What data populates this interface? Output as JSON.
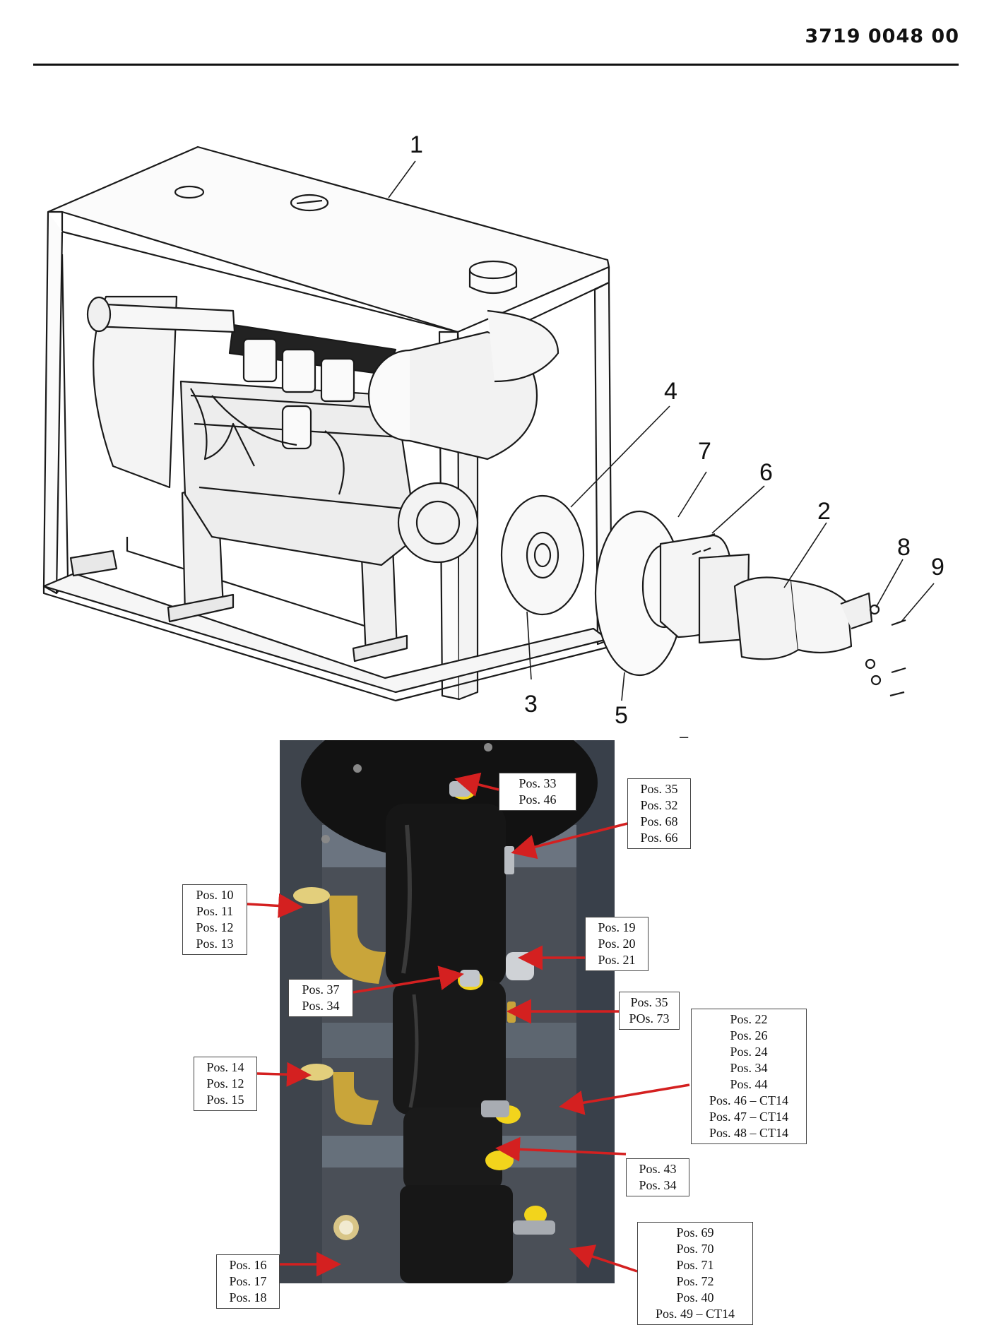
{
  "header": {
    "doc_number": "3719 0048 00"
  },
  "diagram": {
    "callouts": [
      "1",
      "2",
      "3",
      "4",
      "5",
      "6",
      "7",
      "8",
      "9"
    ]
  },
  "photo": {
    "dash_mark": "–"
  },
  "labels": {
    "l33": [
      "Pos. 33",
      "Pos. 46"
    ],
    "l35a": [
      "Pos. 35",
      "Pos. 32",
      "Pos. 68",
      "Pos. 66"
    ],
    "l10": [
      "Pos. 10",
      "Pos. 11",
      "Pos. 12",
      "Pos. 13"
    ],
    "l19": [
      "Pos. 19",
      "Pos. 20",
      "Pos. 21"
    ],
    "l37": [
      "Pos. 37",
      "Pos. 34"
    ],
    "l35b": [
      "Pos. 35",
      "POs. 73"
    ],
    "l22": [
      "Pos. 22",
      "Pos. 26",
      "Pos. 24",
      "Pos. 34",
      "Pos. 44",
      "Pos. 46 – CT14",
      "Pos. 47 – CT14",
      "Pos. 48 – CT14"
    ],
    "l14": [
      "Pos. 14",
      "Pos. 12",
      "Pos. 15"
    ],
    "l43": [
      "Pos. 43",
      "Pos. 34"
    ],
    "l16": [
      "Pos. 16",
      "Pos. 17",
      "Pos. 18"
    ],
    "l69": [
      "Pos. 69",
      "Pos. 70",
      "Pos. 71",
      "Pos. 72",
      "Pos. 40",
      "Pos. 49 – CT14"
    ]
  },
  "colors": {
    "arrow": "#d42020",
    "fitting_yellow": "#f2d41c",
    "pump_black": "#141414",
    "brass": "#c9a53a"
  }
}
